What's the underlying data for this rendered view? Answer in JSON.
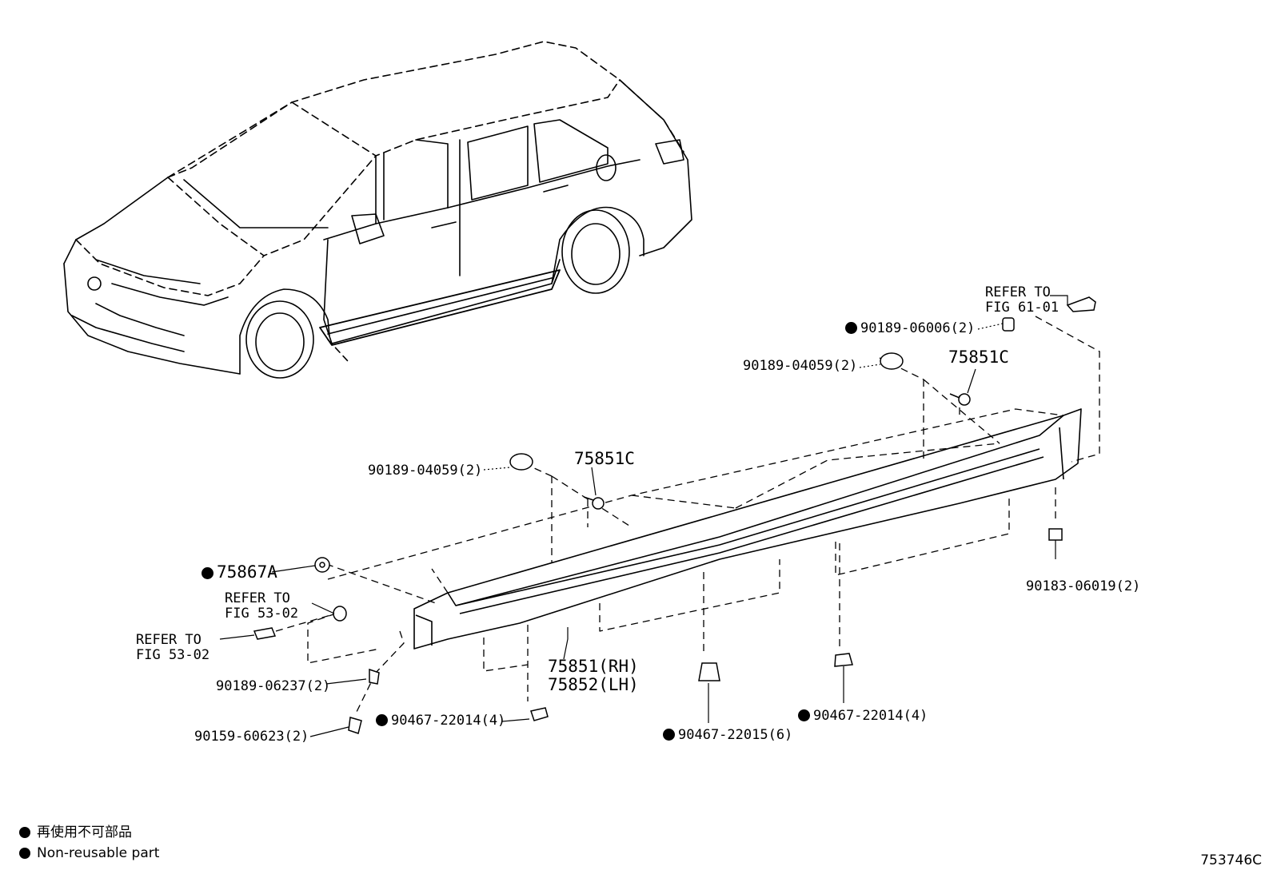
{
  "labels": {
    "refer_61": "REFER TO\nFIG 61-01",
    "p_06006": "90189-06006(2)",
    "p_04059_right": "90189-04059(2)",
    "p_75851c_right": "75851C",
    "p_04059_left": "90189-04059(2)",
    "p_75851c_left": "75851C",
    "p_75867a": "75867A",
    "refer_53_a": "REFER TO\nFIG 53-02",
    "refer_53_b": "REFER TO\nFIG 53-02",
    "p_06237": "90189-06237(2)",
    "p_60623": "90159-60623(2)",
    "p_22014_left": "90467-22014(4)",
    "p_75851_rh": "75851(RH)",
    "p_75852_lh": "75852(LH)",
    "p_22015": "90467-22015(6)",
    "p_22014_right": "90467-22014(4)",
    "p_06019": "90183-06019(2)"
  },
  "legend": {
    "line_ja": "再使用不可部品",
    "line_en": "Non-reusable part"
  },
  "illustration_id": "753746C"
}
